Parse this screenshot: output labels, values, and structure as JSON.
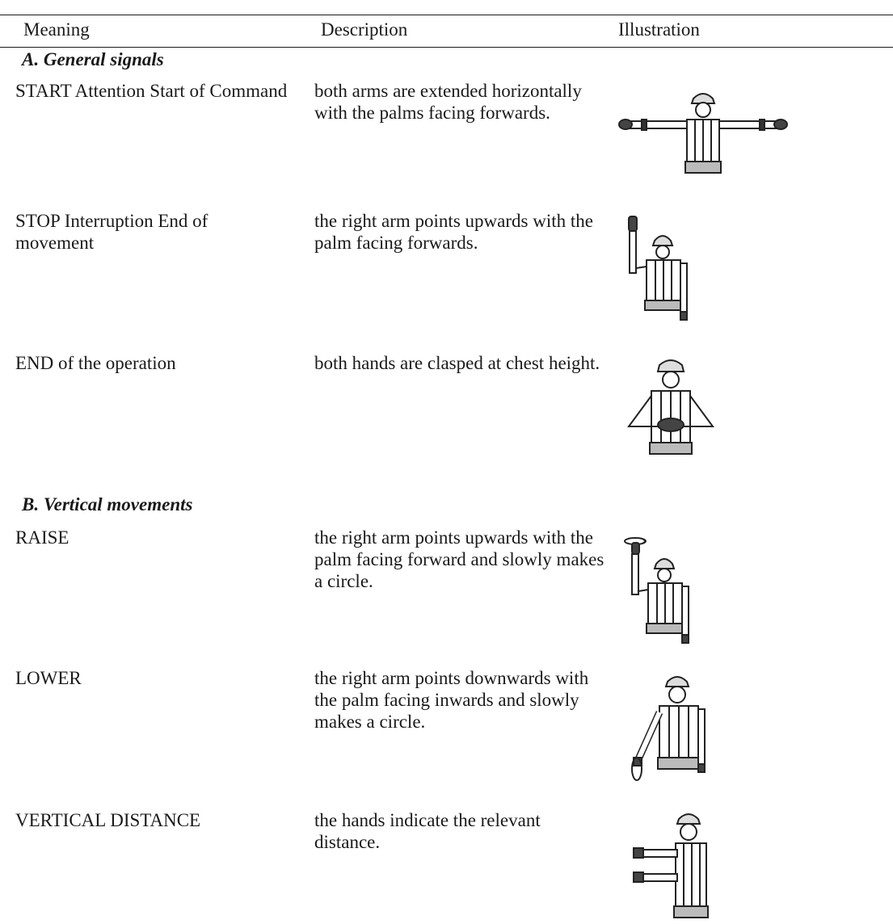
{
  "table": {
    "headers": {
      "meaning": "Meaning",
      "description": "Description",
      "illustration": "Illustration"
    },
    "sections": [
      {
        "title": "A. General signals",
        "rows": [
          {
            "meaning": "START Attention Start of Command",
            "description": "both arms are extended horizontally with the palms facing forwards.",
            "illustration": "figure-arms-extended-icon"
          },
          {
            "meaning": "STOP Interruption End of movement",
            "description": "the right arm points upwards with the palm facing forwards.",
            "illustration": "figure-right-arm-up-icon"
          },
          {
            "meaning": "END of the operation",
            "description": "both hands are clasped at chest height.",
            "illustration": "figure-hands-clasped-icon"
          }
        ]
      },
      {
        "title": "B. Vertical movements",
        "rows": [
          {
            "meaning": "RAISE",
            "description": "the right arm points upwards with the palm facing forward and slowly makes a circle.",
            "illustration": "figure-arm-up-circle-icon"
          },
          {
            "meaning": "LOWER",
            "description": "the right arm points downwards with the palm facing inwards and slowly makes a circle.",
            "illustration": "figure-arm-down-circle-icon"
          },
          {
            "meaning": "VERTICAL DISTANCE",
            "description": "the hands indicate the relevant distance.",
            "illustration": "figure-hands-distance-icon"
          }
        ]
      }
    ]
  }
}
